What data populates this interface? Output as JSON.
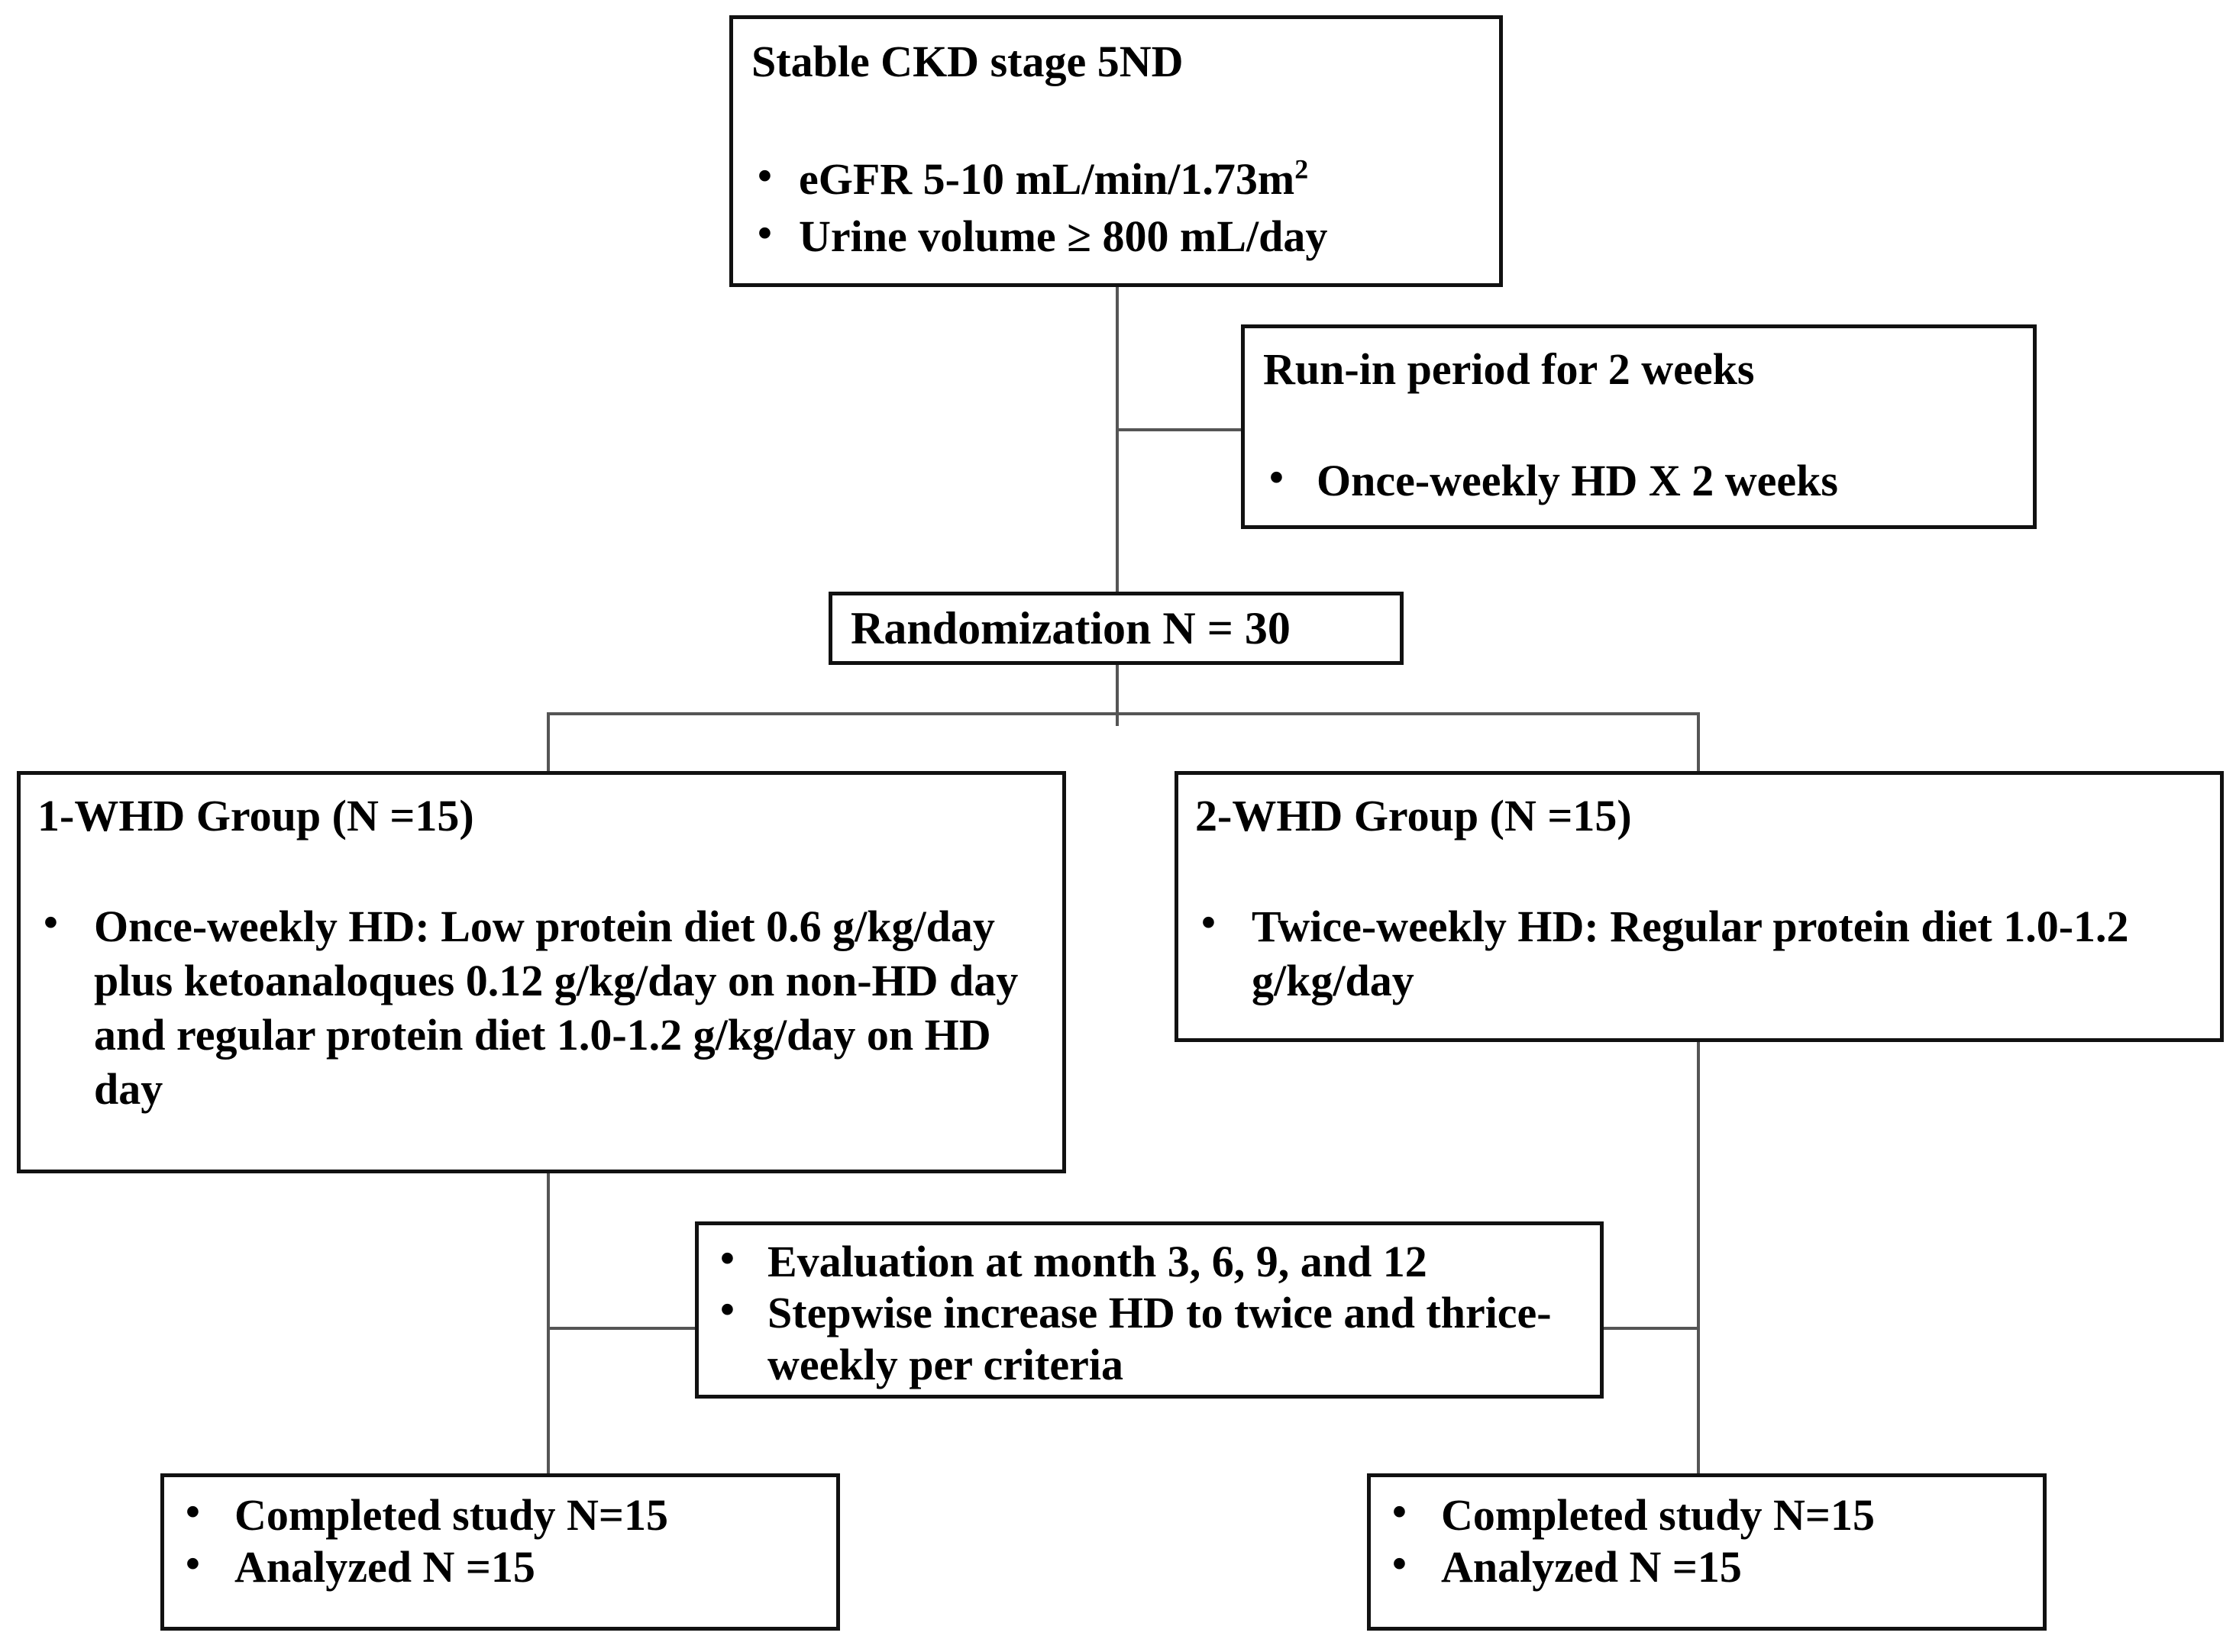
{
  "diagram": {
    "title": "CKD stage 5ND incremental hemodialysis randomized trial flow diagram",
    "line_color": "#555555",
    "box_border_color": "#111111",
    "background_color": "#ffffff",
    "text_color": "#000000"
  },
  "boxes": {
    "inclusion": {
      "title": "Stable CKD stage 5ND",
      "bullets": [
        {
          "pre": "eGFR 5-10 mL/min/1.73m",
          "sup": "2",
          "post": ""
        },
        {
          "pre": "Urine volume ≥ 800 mL/day",
          "sup": "",
          "post": ""
        }
      ]
    },
    "runin": {
      "title": "Run-in period for 2 weeks",
      "bullets": [
        "Once-weekly HD X 2 weeks"
      ]
    },
    "randomization": {
      "title": "Randomization N = 30"
    },
    "group1": {
      "title": "1-WHD Group (N =15)",
      "bullets": [
        "Once-weekly HD: Low protein diet 0.6 g/kg/day plus ketoanaloques 0.12 g/kg/day on non-HD day and regular protein diet 1.0-1.2 g/kg/day on HD day"
      ]
    },
    "group2": {
      "title": "2-WHD Group (N =15)",
      "bullets": [
        "Twice-weekly HD: Regular protein diet 1.0-1.2 g/kg/day"
      ]
    },
    "evaluation": {
      "bullets": [
        "Evaluation at month 3, 6, 9, and 12",
        "Stepwise increase HD to twice and thrice-weekly per criteria"
      ]
    },
    "outcome_left": {
      "bullets": [
        "Completed study N=15",
        "Analyzed N =15"
      ]
    },
    "outcome_right": {
      "bullets": [
        "Completed study N=15",
        "Analyzed N =15"
      ]
    }
  }
}
